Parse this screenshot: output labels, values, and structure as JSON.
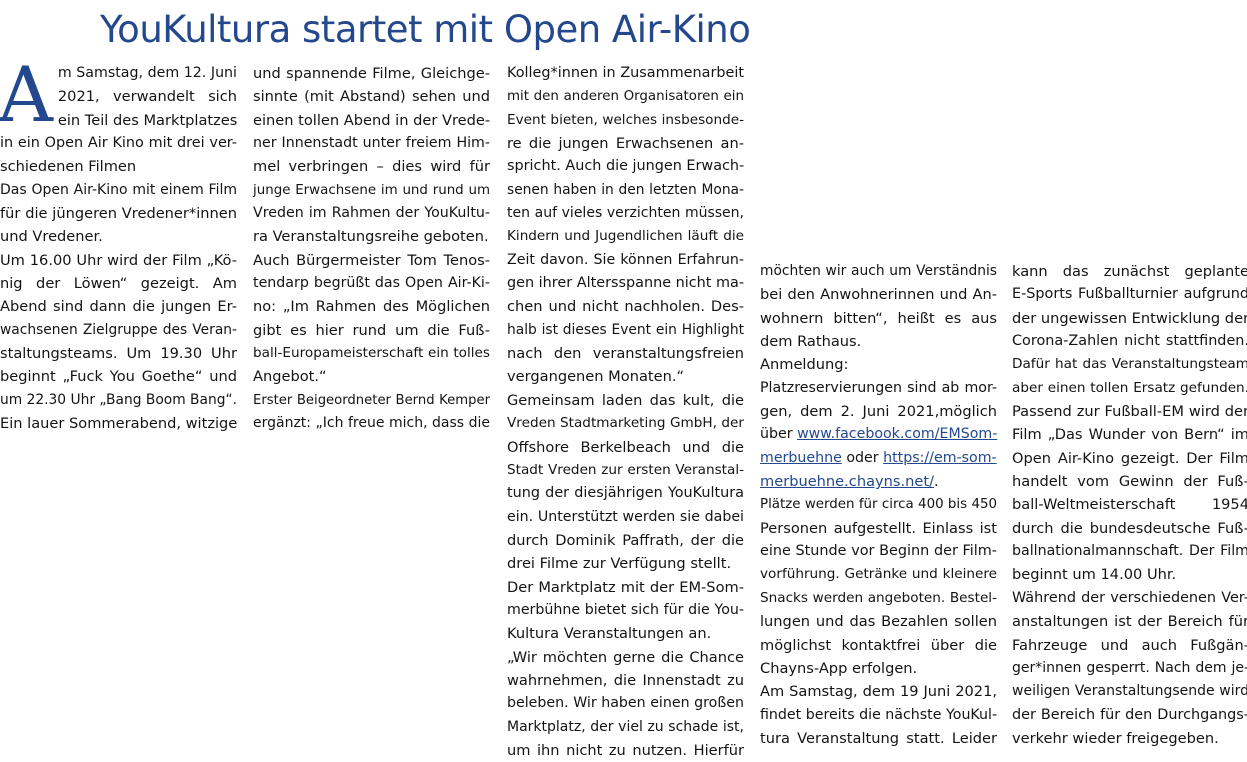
{
  "article": {
    "headline": "YouKultura startet mit Open Air-Kino",
    "dropcap": "A",
    "col1": [
      "m Samstag, dem 12. Juni",
      "2021, verwandelt sich",
      "ein Teil des Marktplatzes",
      "in ein Open Air Kino mit drei ver-",
      "schiedenen Filmen",
      "Das Open Air-Kino mit einem Film",
      "für die jüngeren Vredener*innen",
      "und Vredener.",
      "Um 16.00 Uhr wird der Film „Kö-",
      "nig der Löwen“ gezeigt. Am",
      "Abend sind dann die jungen Er-",
      "wachsenen Zielgruppe des Veran-",
      "staltungsteams. Um 19.30 Uhr",
      "beginnt „Fuck You Goethe“ und",
      "um 22.30 Uhr „Bang Boom Bang“.",
      "Ein lauer Sommerabend, witzige"
    ],
    "col2": [
      "und spannende Filme, Gleichge-",
      "sinnte (mit Abstand) sehen und",
      "einen tollen Abend in der Vrede-",
      "ner Innenstadt unter freiem Him-",
      "mel verbringen – dies wird für",
      "junge Erwachsene im und rund um",
      "Vreden im Rahmen der YouKultu-",
      "ra Veranstaltungsreihe geboten.",
      "Auch Bürgermeister Tom Tenos-",
      "tendarp begrüßt das Open Air-Ki-",
      "no: „Im Rahmen des Möglichen",
      "gibt es hier rund um die Fuß-",
      "ball-Europameisterschaft ein tolles",
      "Angebot.“",
      "Erster Beigeordneter Bernd Kemper",
      "ergänzt: „Ich freue mich, dass die"
    ],
    "col3": [
      "Kolleg*innen in Zusammenarbeit",
      "mit den anderen Organisatoren ein",
      "Event bieten, welches insbesonde-",
      "re die jungen Erwachsenen an-",
      "spricht. Auch die jungen Erwach-",
      "senen haben in den letzten Mona-",
      "ten auf vieles verzichten müssen,",
      "Kindern und Jugendlichen läuft die",
      "Zeit davon. Sie können Erfahrun-",
      "gen ihrer Altersspanne nicht ma-",
      "chen und nicht nachholen. Des-",
      "halb ist dieses Event ein Highlight",
      "nach den veranstaltungsfreien",
      "vergangenen Monaten.“",
      "Gemeinsam laden das kult, die",
      "Vreden Stadtmarketing GmbH, der",
      "Offshore Berkelbeach und die",
      "Stadt Vreden zur ersten Veranstal-",
      "tung der diesjährigen YouKultura",
      "ein. Unterstützt werden sie dabei",
      "durch Dominik Paffrath, der die",
      "drei Filme zur Verfügung stellt.",
      "Der Marktplatz mit der EM-Som-",
      "merbühne bietet sich für die You-",
      "Kultura Veranstaltungen an.",
      "„Wir möchten gerne die Chance",
      "wahrnehmen, die Innenstadt zu",
      "beleben. Wir haben einen großen",
      "Marktplatz, der viel zu schade ist,",
      "um ihn nicht zu nutzen. Hierfür"
    ],
    "col4": {
      "lines_a": [
        "möchten wir auch um Verständnis",
        "bei den Anwohnerinnen und An-",
        "wohnern bitten“, heißt es aus",
        "dem Rathaus.",
        "Anmeldung:",
        "Platzreservierungen sind ab mor-",
        "gen, dem 2. Juni 2021,möglich"
      ],
      "link1_prefix": "über ",
      "link1_part1": "www.facebook.com/EMSom-",
      "link1_part2": "merbuehne",
      "link_joiner": " oder ",
      "link2_part1": "https://em-som-",
      "link2_part2": "merbuehne.chayns.net/",
      "link2_suffix": ".",
      "lines_b": [
        "Plätze werden für circa 400 bis 450",
        "Personen aufgestellt. Einlass ist",
        "eine Stunde vor Beginn der Film-",
        "vorführung. Getränke und kleinere",
        "Snacks werden angeboten. Bestel-",
        "lungen und das Bezahlen sollen",
        "möglichst kontaktfrei über die",
        "Chayns-App erfolgen.",
        "Am Samstag, dem 19 Juni 2021,",
        "findet bereits die nächste YouKul-",
        "tura Veranstaltung statt. Leider"
      ]
    },
    "col5": [
      "kann das zunächst geplante",
      "E-Sports Fußballturnier aufgrund",
      "der ungewissen Entwicklung der",
      "Corona-Zahlen nicht stattfinden.",
      "Dafür hat das Veranstaltungsteam",
      "aber einen tollen Ersatz gefunden.",
      "Passend zur Fußball-EM wird der",
      "Film „Das Wunder von Bern“ im",
      "Open Air-Kino gezeigt. Der Film",
      "handelt vom Gewinn der Fuß-",
      "ball-Weltmeisterschaft 1954",
      "durch die bundesdeutsche Fuß-",
      "ballnationalmannschaft. Der Film",
      "beginnt um 14.00 Uhr.",
      "Während der verschiedenen Ver-",
      "anstaltungen ist der Bereich für",
      "Fahrzeuge und auch Fußgän-",
      "ger*innen gesperrt. Nach dem je-",
      "weiligen Veranstaltungsende wird",
      "der Bereich für den Durchgangs-",
      "verkehr wieder freigegeben."
    ]
  }
}
